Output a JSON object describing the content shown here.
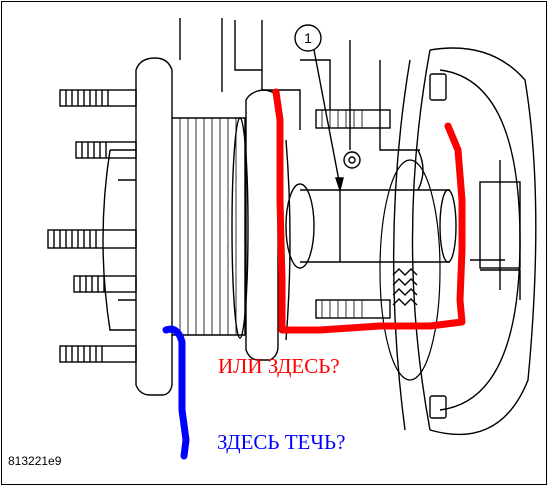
{
  "diagram": {
    "figure_code": "813221e9",
    "callout_number": "1",
    "annotations": {
      "red_label": "ИЛИ ЗДЕСЬ?",
      "blue_label": "ЗДЕСЬ ТЕЧЬ?"
    },
    "colors": {
      "red_marker": "#ff0000",
      "blue_marker": "#0000ff",
      "line_art": "#000000"
    }
  }
}
